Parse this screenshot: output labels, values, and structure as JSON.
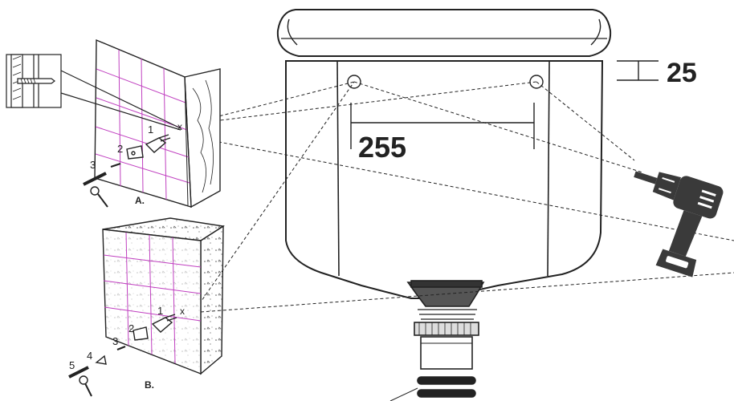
{
  "dimensions": {
    "top_offset": "25",
    "hole_spacing": "255"
  },
  "panels": {
    "a": {
      "label": "A.",
      "steps": [
        "1",
        "2",
        "3"
      ]
    },
    "b": {
      "label": "B.",
      "steps": [
        "1",
        "2",
        "3",
        "4",
        "5"
      ]
    }
  },
  "marks": {
    "drill_point": "x"
  },
  "icons": {
    "drill": "power-drill-icon",
    "screw": "screw-icon",
    "wrench": "wrench-icon",
    "plug": "wall-plug-icon"
  },
  "colors": {
    "tile_grid": "#c040c0",
    "line": "#222222",
    "drill_body": "#3a3a3a"
  }
}
